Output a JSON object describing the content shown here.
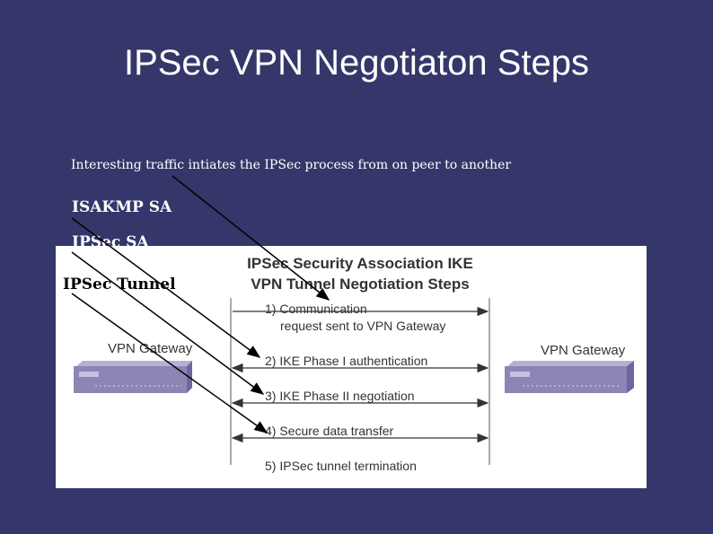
{
  "slide": {
    "title": "IPSec VPN Negotiaton Steps",
    "intro": "Interesting traffic intiates the IPSec process from on peer to another",
    "labels": {
      "isakmp": "ISAKMP SA",
      "ipsec_sa": "IPSec SA",
      "tunnel": "IPSec Tunnel"
    }
  },
  "figure": {
    "title_line1": "IPSec Security Association IKE",
    "title_line2": "VPN Tunnel Negotiation Steps",
    "gateway_left": "VPN Gateway",
    "gateway_right": "VPN Gateway",
    "steps": {
      "s1_line1": "1) Communication",
      "s1_line2": "request sent to VPN Gateway",
      "s2": "2) IKE Phase I authentication",
      "s3": "3) IKE Phase II negotiation",
      "s4": "4) Secure data transfer",
      "s5": "5) IPSec tunnel termination"
    }
  },
  "colors": {
    "background": "#35376a",
    "device": "#8e85b5"
  }
}
